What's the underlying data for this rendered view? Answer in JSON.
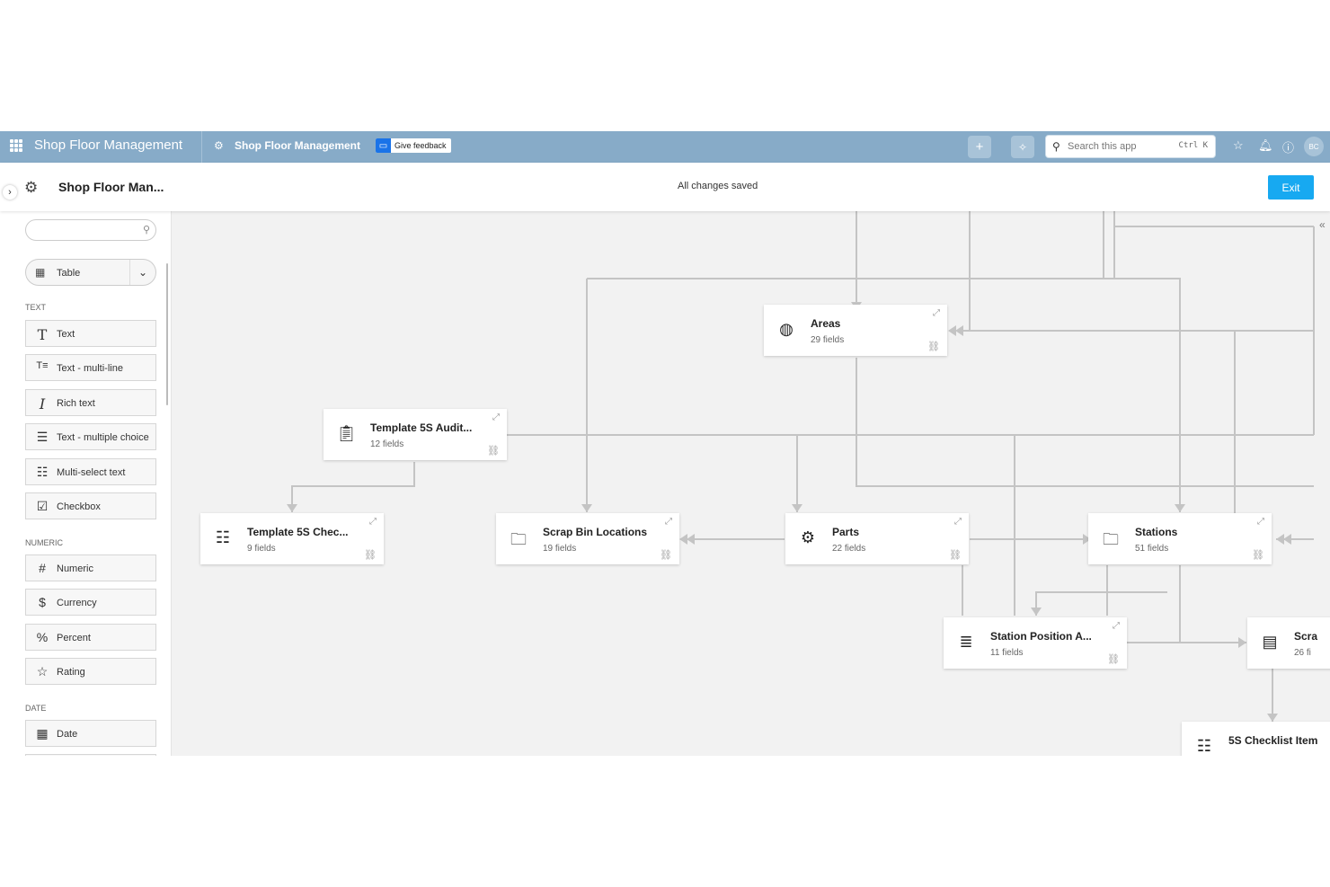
{
  "topbar": {
    "app_title": "Shop Floor Management",
    "breadcrumb": "Shop Floor Management",
    "feedback_label": "Give feedback",
    "search_placeholder": "Search this app",
    "search_shortcut": "Ctrl K",
    "avatar_initials": "BC",
    "color": "#87abc8"
  },
  "header": {
    "title": "Shop Floor Man...",
    "status": "All changes saved",
    "exit_label": "Exit",
    "exit_color": "#17a9f1"
  },
  "sidebar": {
    "search_placeholder": "",
    "table_select": "Table",
    "sections": [
      {
        "label": "TEXT",
        "items": [
          {
            "label": "Text",
            "icon": "T"
          },
          {
            "label": "Text - multi-line",
            "icon": "T≡"
          },
          {
            "label": "Rich text",
            "icon": "I"
          },
          {
            "label": "Text - multiple choice",
            "icon": "☰"
          },
          {
            "label": "Multi-select text",
            "icon": "☷"
          },
          {
            "label": "Checkbox",
            "icon": "☑"
          }
        ]
      },
      {
        "label": "NUMERIC",
        "items": [
          {
            "label": "Numeric",
            "icon": "#"
          },
          {
            "label": "Currency",
            "icon": "$"
          },
          {
            "label": "Percent",
            "icon": "%"
          },
          {
            "label": "Rating",
            "icon": "☆"
          }
        ]
      },
      {
        "label": "DATE",
        "items": [
          {
            "label": "Date",
            "icon": "▦"
          }
        ]
      }
    ]
  },
  "canvas": {
    "tables": [
      {
        "name": "Areas",
        "fields": "29 fields",
        "icon": "globe-gear-icon"
      },
      {
        "name": "Template 5S Audit...",
        "fields": "12 fields",
        "icon": "clipboard-check-icon"
      },
      {
        "name": "Template 5S Chec...",
        "fields": "9 fields",
        "icon": "checklist-icon"
      },
      {
        "name": "Scrap Bin Locations",
        "fields": "19 fields",
        "icon": "folder-icon"
      },
      {
        "name": "Parts",
        "fields": "22 fields",
        "icon": "gears-icon"
      },
      {
        "name": "Stations",
        "fields": "51 fields",
        "icon": "folder-icon"
      },
      {
        "name": "Station Position A...",
        "fields": "11 fields",
        "icon": "lines-icon"
      },
      {
        "name": "Scra",
        "fields": "26 fi",
        "icon": "list-box-icon"
      },
      {
        "name": "5S Checklist Item",
        "fields": "",
        "icon": "checklist-icon"
      }
    ]
  }
}
